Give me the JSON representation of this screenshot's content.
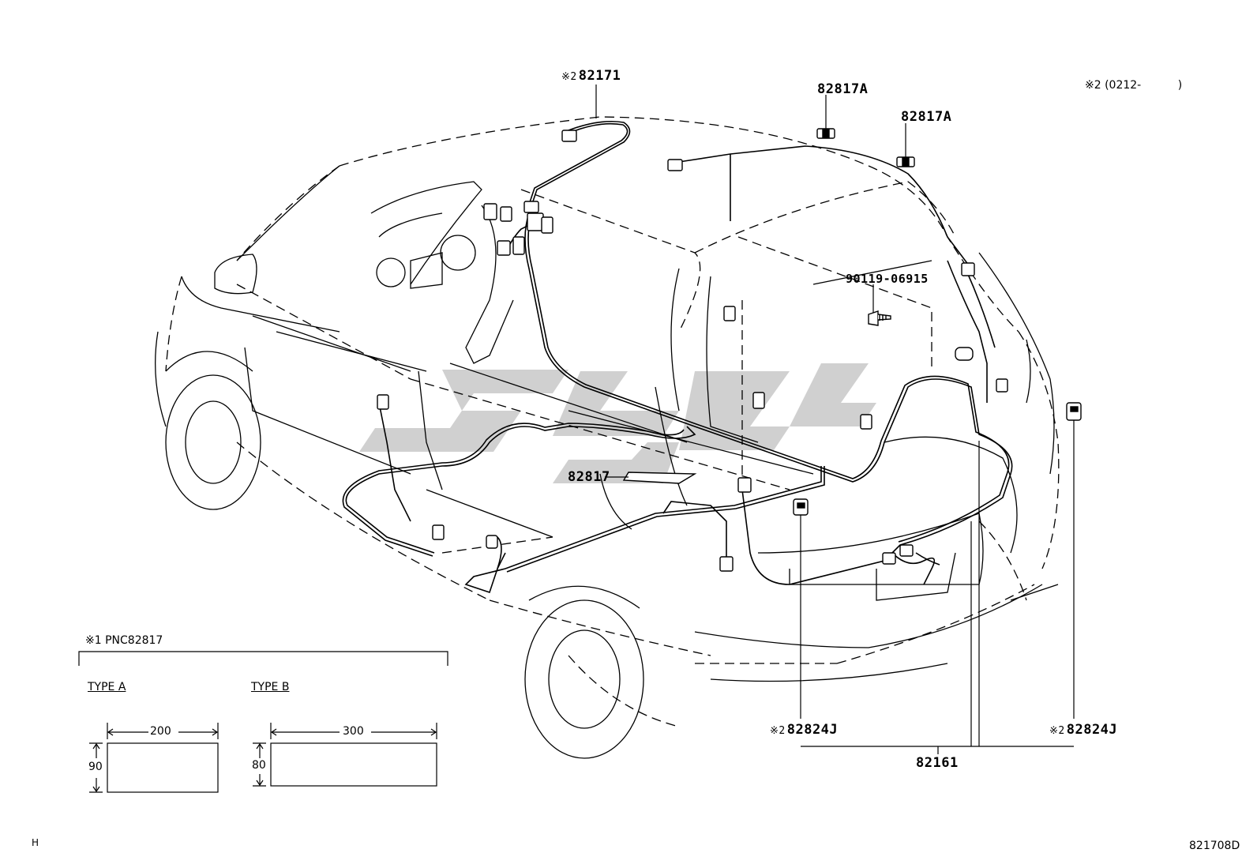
{
  "callouts": {
    "part_82171": {
      "mark": "※2",
      "number": "82171"
    },
    "part_82817A_1": "82817A",
    "part_82817A_2": "82817A",
    "part_90119": "90119-06915",
    "part_82817": "82817",
    "part_82824J_left": {
      "mark": "※2",
      "number": "82824J"
    },
    "part_82824J_right": {
      "mark": "※2",
      "number": "82824J"
    },
    "part_82161": "82161"
  },
  "note_production": {
    "mark": "※2",
    "text": "(0212-",
    "close": ")"
  },
  "legend": {
    "header_mark": "※1",
    "header_text": "PNC82817",
    "type_a": {
      "label": "TYPE A",
      "width": "200",
      "height": "90"
    },
    "type_b": {
      "label": "TYPE B",
      "width": "300",
      "height": "80"
    }
  },
  "footer": {
    "left_code": "H",
    "diagram_id": "821708D"
  },
  "watermark_color": "#c8c8c8"
}
